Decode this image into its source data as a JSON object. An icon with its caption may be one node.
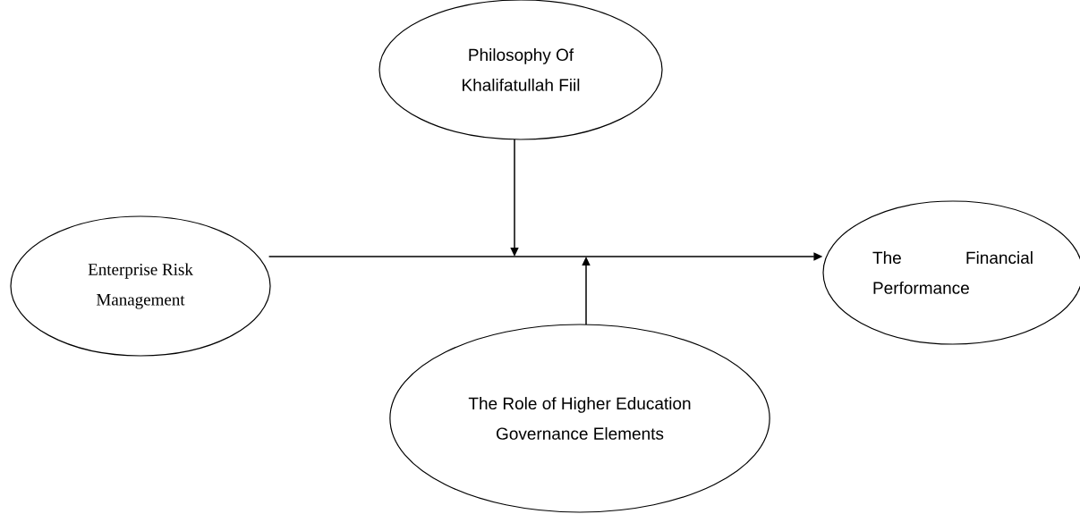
{
  "diagram": {
    "nodes": [
      {
        "text": [
          "Enterprise Risk Management"
        ]
      },
      {
        "text": [
          "Philosophy Of Khalifatullah Fiil"
        ]
      },
      {
        "text": [
          "The Financial Performance"
        ]
      },
      {
        "text": [
          "The Role of Higher Education Governance Elements"
        ]
      }
    ],
    "edges": [
      {
        "from": 0,
        "to": 2,
        "arrow": "to"
      },
      {
        "from": 1,
        "to": null,
        "arrow": "to"
      },
      {
        "from": 3,
        "to": null,
        "arrow": "to"
      }
    ]
  }
}
